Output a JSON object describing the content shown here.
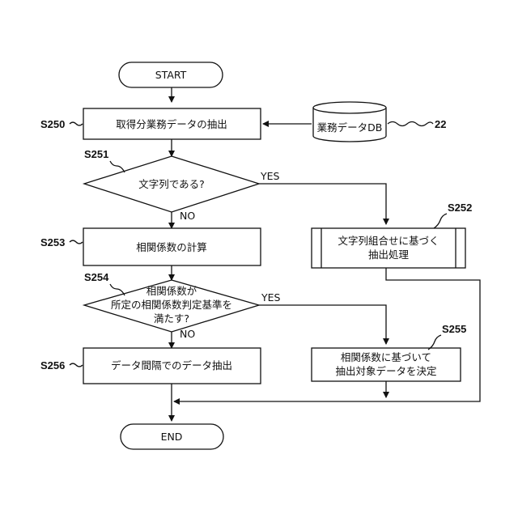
{
  "nodes": {
    "start": "START",
    "s250": "取得分業務データの抽出",
    "db": "業務データDB",
    "s251": "文字列である?",
    "s252_line1": "文字列組合せに基づく",
    "s252_line2": "抽出処理",
    "s253": "相関係数の計算",
    "s254_line1": "相関係数が",
    "s254_line2": "所定の相関係数判定基準を",
    "s254_line3": "満たす?",
    "s255_line1": "相関係数に基づいて",
    "s255_line2": "抽出対象データを決定",
    "s256": "データ間隔でのデータ抽出",
    "end": "END"
  },
  "labels": {
    "s250": "S250",
    "s251": "S251",
    "s252": "S252",
    "s253": "S253",
    "s254": "S254",
    "s255": "S255",
    "s256": "S256",
    "db_ref": "22"
  },
  "edges": {
    "yes1": "YES",
    "no1": "NO",
    "yes2": "YES",
    "no2": "NO"
  }
}
